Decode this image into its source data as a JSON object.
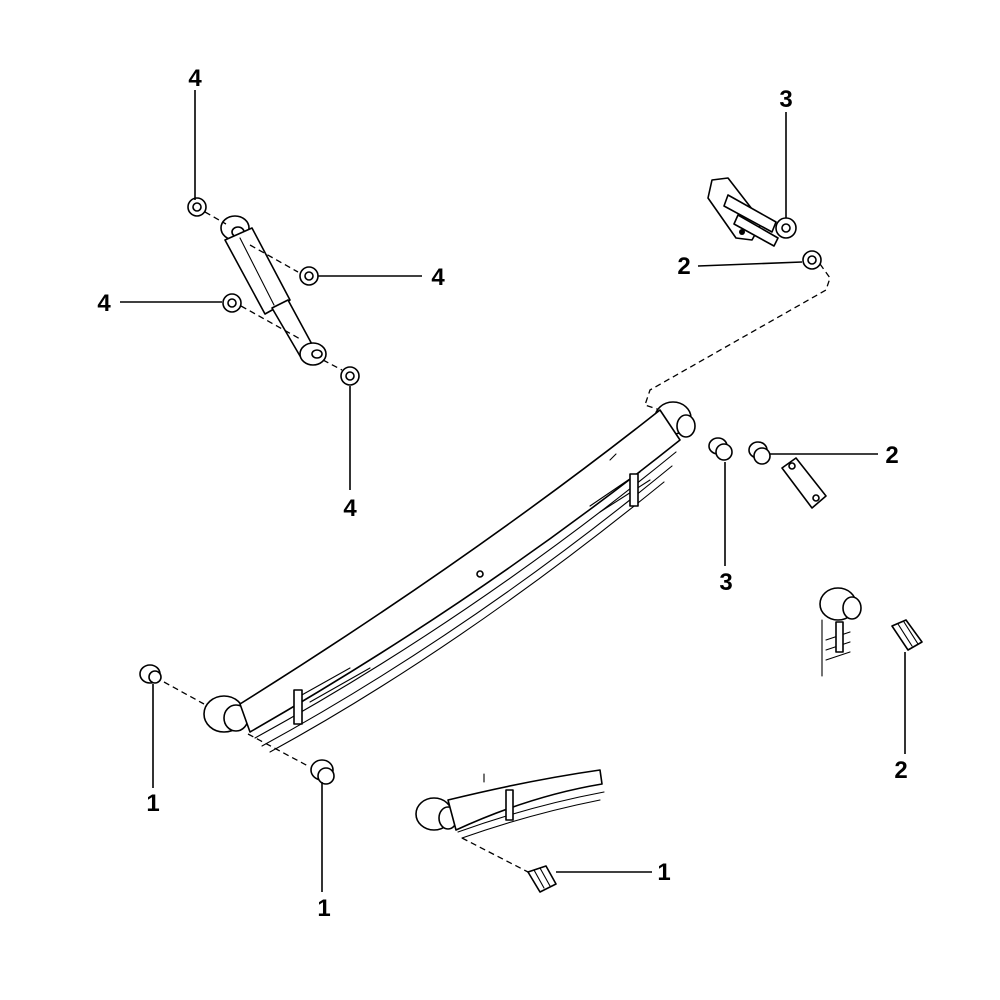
{
  "callouts": [
    {
      "id": "c1a",
      "label": "1"
    },
    {
      "id": "c1b",
      "label": "1"
    },
    {
      "id": "c1c",
      "label": "1"
    },
    {
      "id": "c2a",
      "label": "2"
    },
    {
      "id": "c2b",
      "label": "2"
    },
    {
      "id": "c2c",
      "label": "2"
    },
    {
      "id": "c3a",
      "label": "3"
    },
    {
      "id": "c3b",
      "label": "3"
    },
    {
      "id": "c4a",
      "label": "4"
    },
    {
      "id": "c4b",
      "label": "4"
    },
    {
      "id": "c4c",
      "label": "4"
    },
    {
      "id": "c4d",
      "label": "4"
    }
  ]
}
